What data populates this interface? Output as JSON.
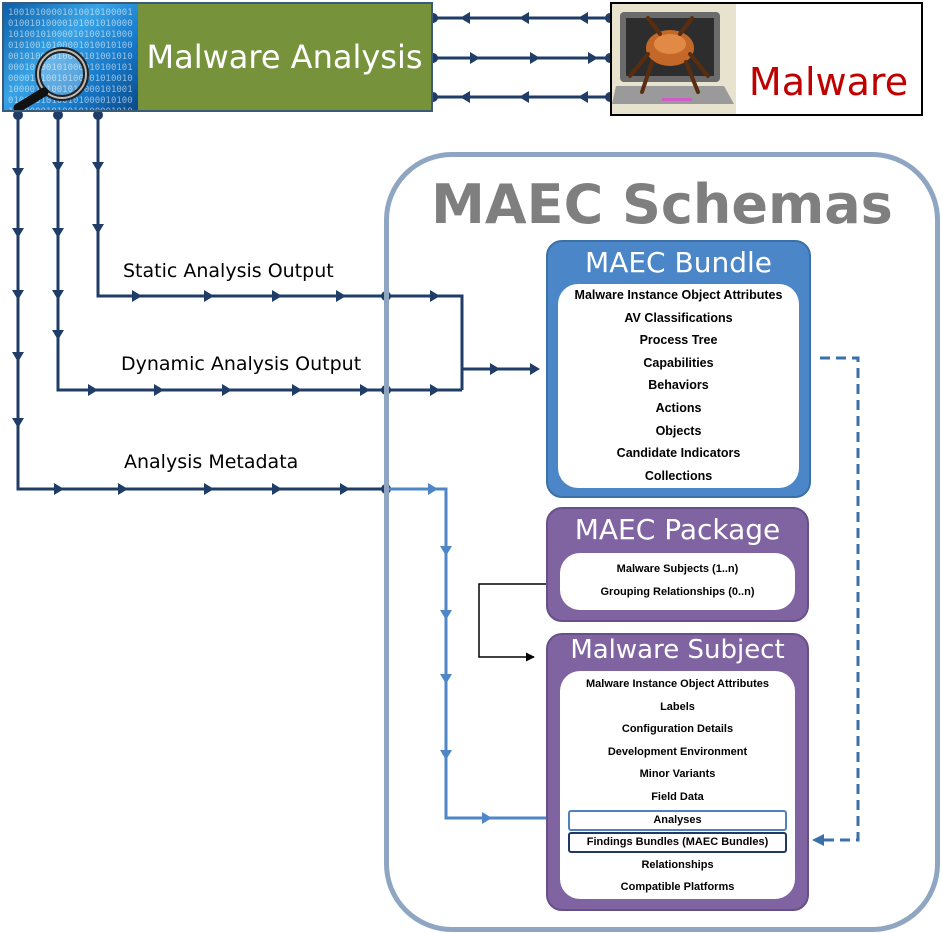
{
  "top": {
    "malware_analysis": "Malware Analysis",
    "malware": "Malware"
  },
  "schemas": {
    "title": "MAEC Schemas",
    "bundle": {
      "title": "MAEC Bundle",
      "items": [
        "Malware Instance Object Attributes",
        "AV Classifications",
        "Process Tree",
        "Capabilities",
        "Behaviors",
        "Actions",
        "Objects",
        "Candidate Indicators",
        "Collections"
      ]
    },
    "package": {
      "title": "MAEC Package",
      "items": [
        "Malware Subjects (1..n)",
        "Grouping Relationships (0..n)"
      ]
    },
    "subject": {
      "title": "Malware Subject",
      "items": [
        "Malware Instance Object Attributes",
        "Labels",
        "Configuration Details",
        "Development Environment",
        "Minor Variants",
        "Field Data",
        "Analyses",
        "Findings Bundles (MAEC Bundles)",
        "Relationships",
        "Compatible Platforms"
      ]
    }
  },
  "edges": {
    "static": "Static Analysis Output",
    "dynamic": "Dynamic Analysis Output",
    "metadata": "Analysis Metadata"
  },
  "colors": {
    "dark_wire": "#1f3d66",
    "light_wire": "#4f86c8",
    "bundle": "#4a86c8",
    "package": "#8064a2",
    "subject": "#8064a2",
    "analysis_green": "#76933c",
    "malware_red": "#c00000",
    "container_border": "#8ea6c2"
  },
  "icons": [
    "magnifying-glass-icon",
    "bug-laptop-icon"
  ]
}
